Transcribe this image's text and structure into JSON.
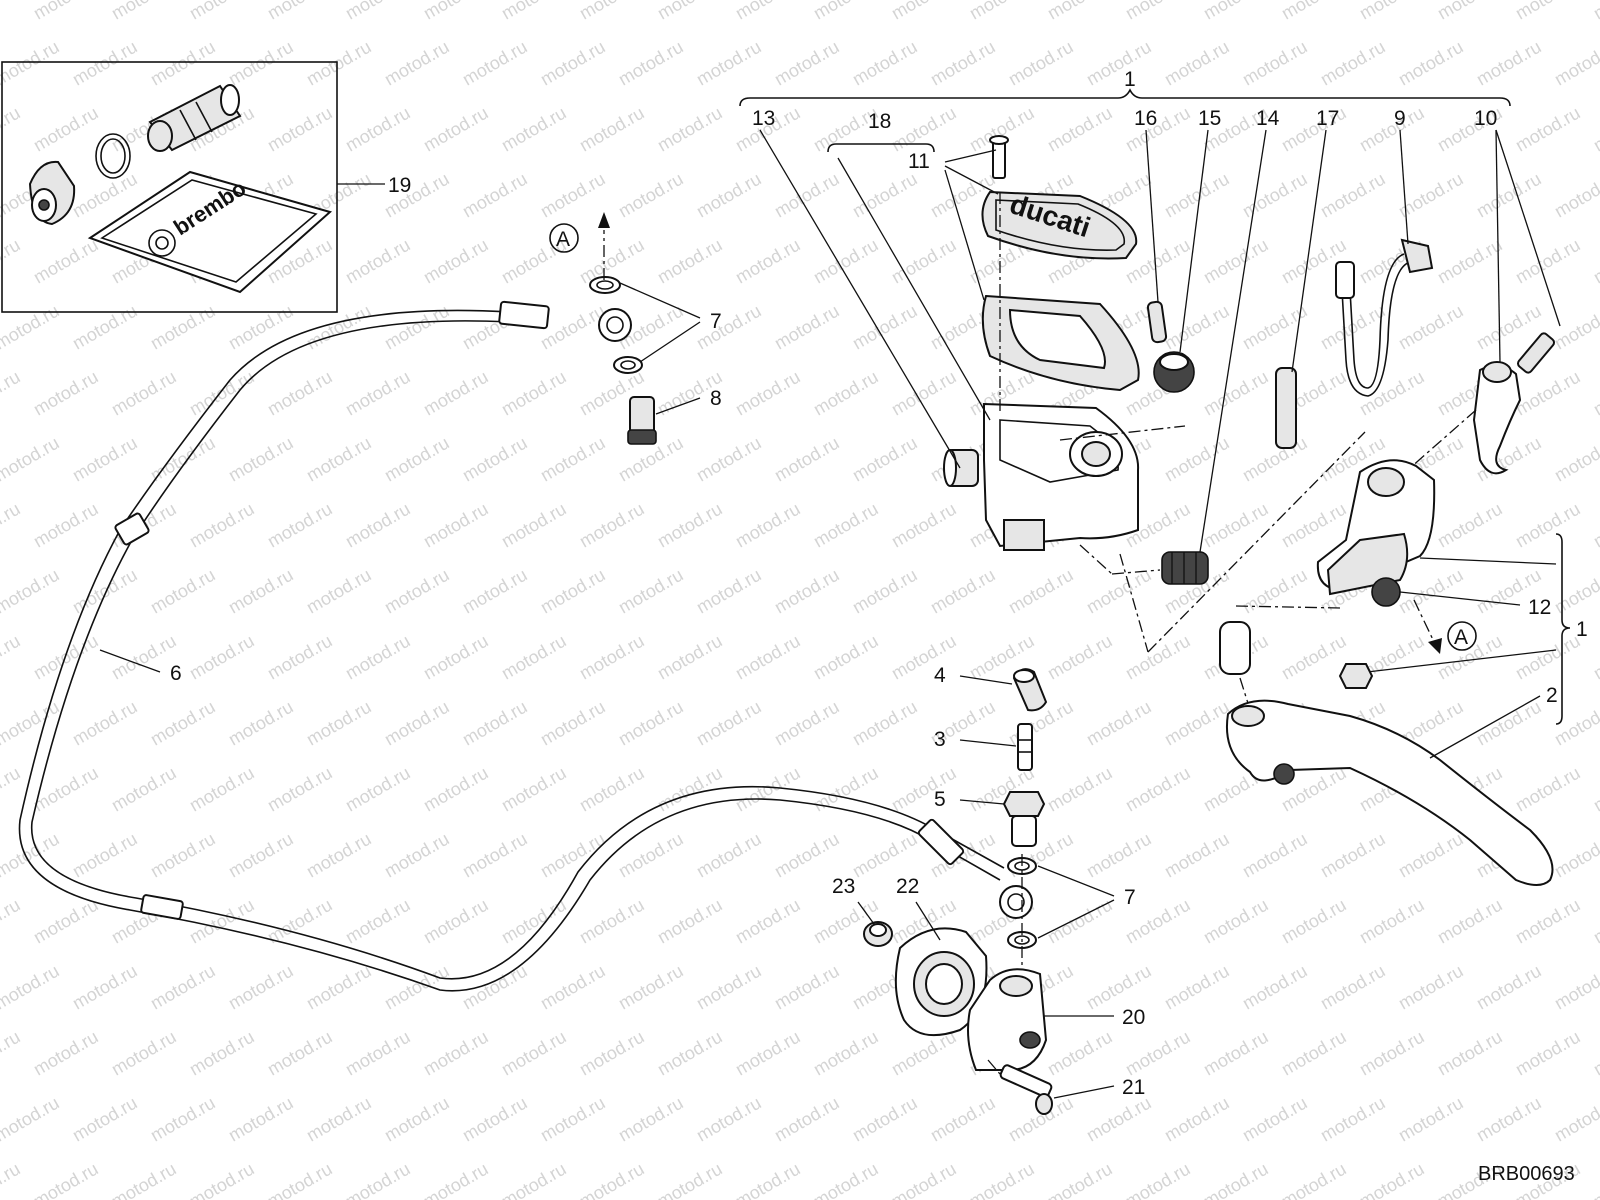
{
  "watermark": "motod.ru",
  "drawing_code": "BRB00693",
  "brand_marks": [
    "brembo",
    "ducati"
  ],
  "callouts": {
    "n1_top": "1",
    "n1_side": "1",
    "n2": "2",
    "n3": "3",
    "n4": "4",
    "n5": "5",
    "n6": "6",
    "n7_top": "7",
    "n7_bottom": "7",
    "n8": "8",
    "n9": "9",
    "n10": "10",
    "n11": "11",
    "n12": "12",
    "n13": "13",
    "n14": "14",
    "n15": "15",
    "n16": "16",
    "n17": "17",
    "n18": "18",
    "n19": "19",
    "n20": "20",
    "n21": "21",
    "n22": "22",
    "n23": "23"
  },
  "refs": {
    "a_top": "A",
    "a_right": "A"
  }
}
